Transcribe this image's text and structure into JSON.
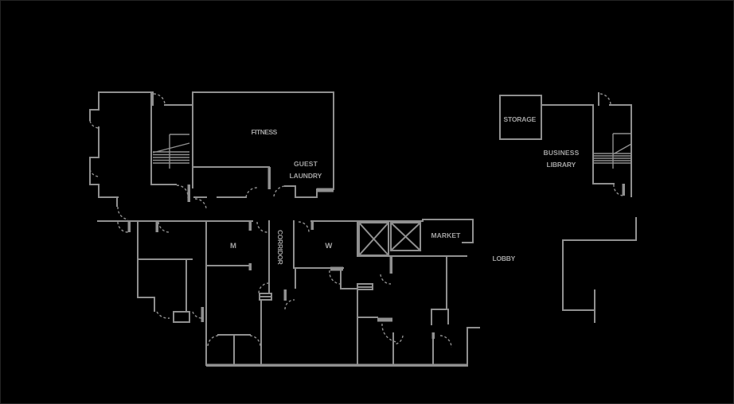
{
  "title": "Hotel lower-level floor plan",
  "colors": {
    "background": "#000000",
    "wall": "#909090",
    "label": "#a2a2a2"
  },
  "labels": {
    "fitness": {
      "text": "FITNESS"
    },
    "guest_laundry_line1": {
      "text": "GUEST"
    },
    "guest_laundry_line2": {
      "text": "LAUNDRY"
    },
    "storage": {
      "text": "STORAGE"
    },
    "business_library_line1": {
      "text": "BUSINESS"
    },
    "business_library_line2": {
      "text": "LIBRARY"
    },
    "mens_restroom": {
      "text": "M"
    },
    "womens_restroom": {
      "text": "W"
    },
    "corridor": {
      "text": "CORRIDOR"
    },
    "market": {
      "text": "MARKET"
    },
    "lobby": {
      "text": "LOBBY"
    }
  },
  "symbols": {
    "stairs_left": "stair-run-icon",
    "stairs_right": "stair-run-icon",
    "elevator_bank": "elevator-x-shaft-icon",
    "doors": "dashed-door-swing-arc"
  }
}
